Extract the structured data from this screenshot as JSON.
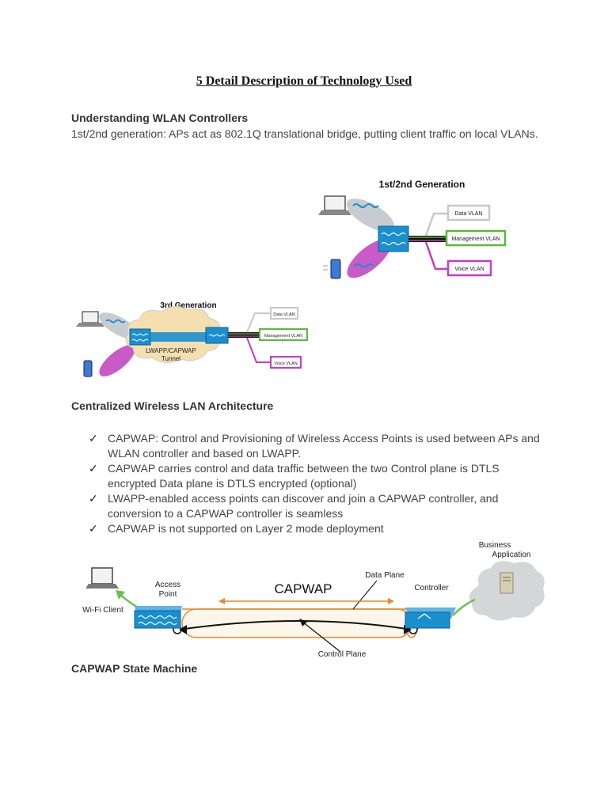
{
  "document": {
    "title": "5 Detail Description of Technology Used",
    "section1": {
      "heading": "Understanding WLAN Controllers",
      "paragraph": "1st/2nd generation: APs act as 802.1Q translational bridge, putting client traffic on local VLANs."
    },
    "figure1": {
      "title": "1st/2nd Generation",
      "vlans": [
        "Data VLAN",
        "Management VLAN",
        "Voice VLAN"
      ]
    },
    "figure2": {
      "title": "3rd Generation",
      "tunnel_label_line1": "LWAPP/CAPWAP",
      "tunnel_label_line2": "Tunnel",
      "vlans": [
        "Data VLAN",
        "Management VLAN",
        "Voice VLAN"
      ]
    },
    "section2": {
      "heading": "Centralized Wireless LAN Architecture",
      "check_glyph": "✓",
      "bullets": [
        "CAPWAP: Control and Provisioning of Wireless Access Points is used between APs and WLAN controller and based on LWAPP.",
        "CAPWAP carries control and data traffic between the two Control plane is DTLS encrypted Data plane is DTLS encrypted (optional)",
        "LWAPP-enabled access points can discover and join a CAPWAP controller, and conversion to a CAPWAP controller is seamless",
        "CAPWAP is not supported on Layer 2 mode deployment"
      ]
    },
    "figure3": {
      "capwap": "CAPWAP",
      "data_plane": "Data Plane",
      "control_plane": "Control Plane",
      "access_point_line1": "Access",
      "access_point_line2": "Point",
      "controller": "Controller",
      "wifi_client": "Wi-Fi Client",
      "business_line1": "Business",
      "business_line2": "Application"
    },
    "section3": {
      "heading": "CAPWAP State Machine"
    }
  },
  "colors": {
    "switch_blue": "#1a8fd0",
    "vlan_green": "#5bb83a",
    "vlan_purple": "#c43cc4",
    "vlan_gray": "#c8c8c8",
    "tunnel_orange": "#e8892a",
    "cloud_gray": "#d4d6d8",
    "cloud_tan": "#f5dfb0",
    "ellipse_gray": "#c8ccd0",
    "ellipse_purple": "#c85bc8",
    "arrow_green": "#6cc04a"
  }
}
